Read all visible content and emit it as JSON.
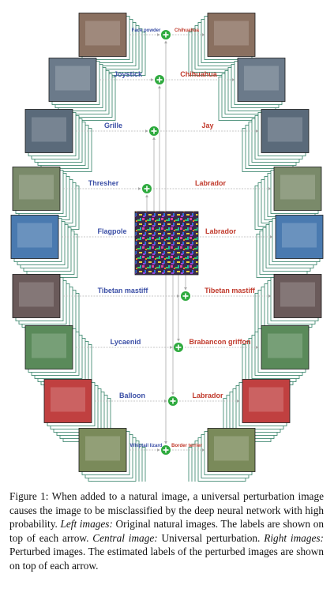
{
  "pairs": [
    {
      "left": "Face powder",
      "right": "Chihuahua"
    },
    {
      "left": "Joystick",
      "right": "Chihuahua"
    },
    {
      "left": "Grille",
      "right": "Jay"
    },
    {
      "left": "Thresher",
      "right": "Labrador"
    },
    {
      "left": "Flagpole",
      "right": "Labrador"
    },
    {
      "left": "Tibetan mastiff",
      "right": "Tibetan mastiff"
    },
    {
      "left": "Lycaenid",
      "right": "Brabancon griffon"
    },
    {
      "left": "Balloon",
      "right": "Labrador"
    },
    {
      "left": "Whiptail lizard",
      "right": "Border terrier"
    }
  ],
  "caption": {
    "prefix": "Figure 1:  When added to a natural image, a universal perturbation image causes the image to be misclassified by the deep neural network with high probability. ",
    "left_heading": "Left images:",
    "left_text": " Original natural images. The labels are shown on top of each arrow. ",
    "central_heading": "Central image:",
    "central_text": " Universal perturbation. ",
    "right_heading": "Right images:",
    "right_text": " Perturbed images. The estimated labels of the perturbed images are shown on top of each arrow."
  },
  "colors": {
    "left_label": "#3b4fa6",
    "right_label": "#c0392b",
    "plus_circle": "#2eaa3e",
    "frame": "#2f7f65"
  }
}
